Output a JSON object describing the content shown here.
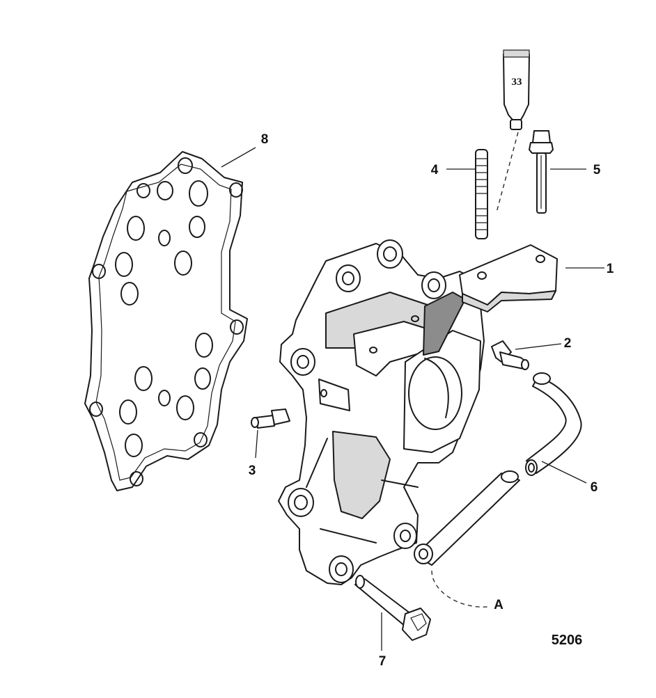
{
  "callouts": {
    "c1": "1",
    "c2": "2",
    "c3": "3",
    "c4": "4",
    "c5": "5",
    "c6": "6",
    "c7": "7",
    "c8": "8",
    "cA": "A"
  },
  "sealant_tube_label": "33",
  "figure_number": "5206"
}
